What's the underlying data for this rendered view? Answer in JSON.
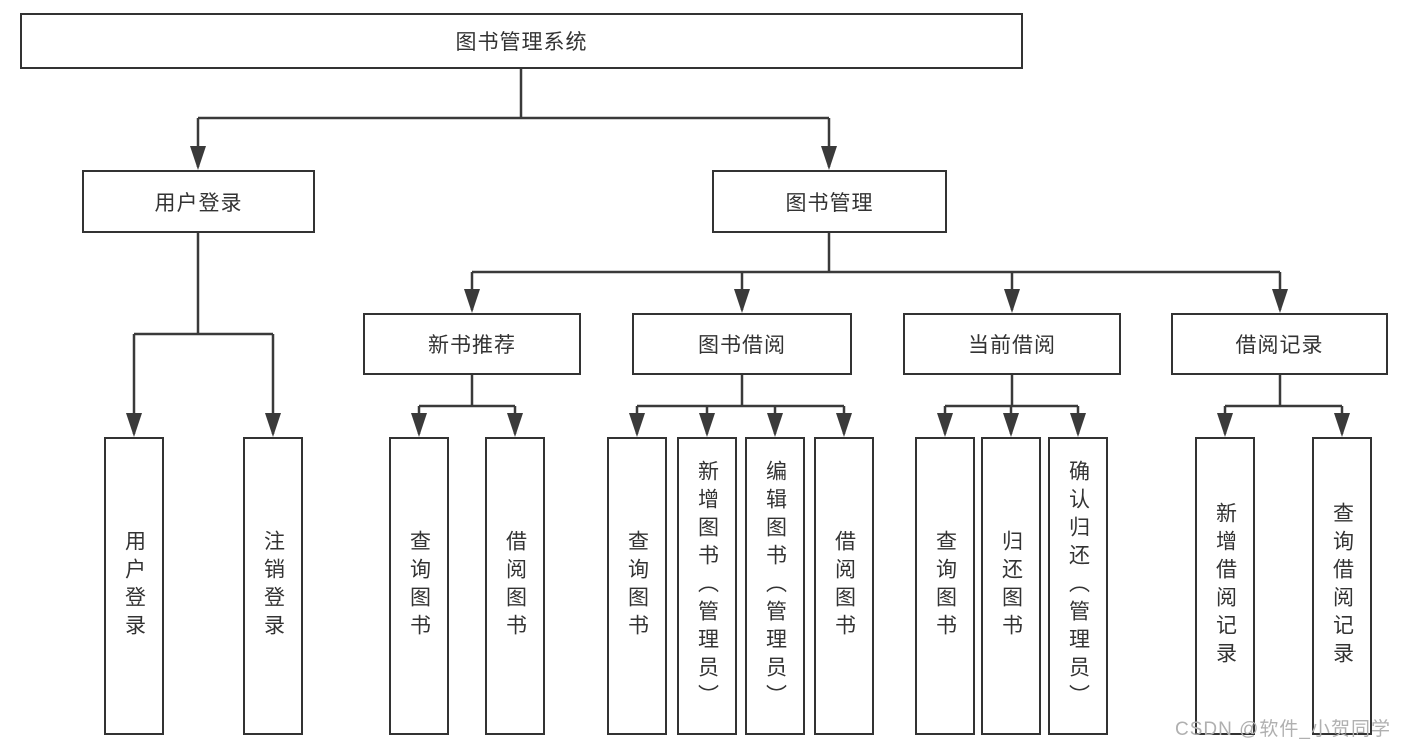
{
  "diagram": {
    "root": {
      "label": "图书管理系统",
      "children": [
        {
          "label": "用户登录",
          "children": [
            {
              "label": "用户登录"
            },
            {
              "label": "注销登录"
            }
          ]
        },
        {
          "label": "图书管理",
          "children": [
            {
              "label": "新书推荐",
              "children": [
                {
                  "label": "查询图书"
                },
                {
                  "label": "借阅图书"
                }
              ]
            },
            {
              "label": "图书借阅",
              "children": [
                {
                  "label": "查询图书"
                },
                {
                  "label": "新增图书（管理员）"
                },
                {
                  "label": "编辑图书（管理员）"
                },
                {
                  "label": "借阅图书"
                }
              ]
            },
            {
              "label": "当前借阅",
              "children": [
                {
                  "label": "查询图书"
                },
                {
                  "label": "归还图书"
                },
                {
                  "label": "确认归还（管理员）"
                }
              ]
            },
            {
              "label": "借阅记录",
              "children": [
                {
                  "label": "新增借阅记录"
                },
                {
                  "label": "查询借阅记录"
                }
              ]
            }
          ]
        }
      ]
    }
  },
  "watermark": {
    "text": "CSDN @软件_小贺同学"
  },
  "colors": {
    "line": "#3a3a3a",
    "box_border": "#333333",
    "text": "#333333",
    "watermark": "#b0b0b0",
    "background": "#ffffff"
  }
}
